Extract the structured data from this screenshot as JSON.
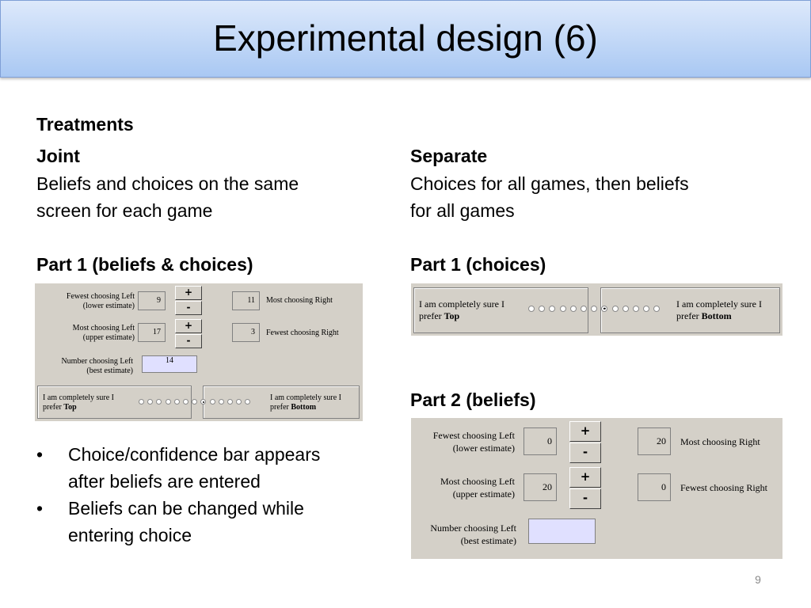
{
  "slide": {
    "title": "Experimental design (6)",
    "page_number": "9"
  },
  "treatments": {
    "heading": "Treatments",
    "joint": {
      "heading": "Joint",
      "desc_line1": "Beliefs and choices on the same",
      "desc_line2": "screen for each game",
      "part1_heading": "Part 1 (beliefs & choices)"
    },
    "separate": {
      "heading": "Separate",
      "desc_line1": "Choices for all games, then beliefs",
      "desc_line2": "for all games",
      "part1_heading": "Part 1 (choices)",
      "part2_heading": "Part 2 (beliefs)"
    }
  },
  "bullets": [
    {
      "line1": "Choice/confidence bar appears",
      "line2": "after beliefs are entered"
    },
    {
      "line1": "Beliefs can be changed while",
      "line2": "entering choice"
    }
  ],
  "joint_screen": {
    "fewest_left_l1": "Fewest choosing Left",
    "fewest_left_l2": "(lower estimate)",
    "fewest_left_value": "9",
    "most_right_value": "11",
    "most_right_label": "Most choosing Right",
    "most_left_l1": "Most choosing Left",
    "most_left_l2": "(upper estimate)",
    "most_left_value": "17",
    "fewest_right_value": "3",
    "fewest_right_label": "Fewest choosing Right",
    "number_left_l1": "Number choosing Left",
    "number_left_l2": "(best estimate)",
    "best_estimate_value": "14",
    "plus": "+",
    "minus": "-",
    "sure_top_l1": "I am completely sure I",
    "sure_top_l2": "prefer",
    "top_word": "Top",
    "sure_bottom_l1": "I am completely sure I",
    "sure_bottom_l2": "prefer",
    "bottom_word": "Bottom",
    "selected_radio": 7
  },
  "choice_screen": {
    "sure_top_l1": "I am completely sure I",
    "sure_top_l2": "prefer",
    "top_word": "Top",
    "sure_bottom_l1": "I am completely sure I",
    "sure_bottom_l2": "prefer",
    "bottom_word": "Bottom",
    "selected_radio": 7
  },
  "beliefs_screen": {
    "fewest_left_l1": "Fewest choosing Left",
    "fewest_left_l2": "(lower estimate)",
    "fewest_left_value": "0",
    "most_right_value": "20",
    "most_right_label": "Most choosing Right",
    "most_left_l1": "Most choosing Left",
    "most_left_l2": "(upper estimate)",
    "most_left_value": "20",
    "fewest_right_value": "0",
    "fewest_right_label": "Fewest choosing Right",
    "number_left_l1": "Number choosing Left",
    "number_left_l2": "(best estimate)",
    "best_estimate_value": "",
    "plus": "+",
    "minus": "-"
  }
}
